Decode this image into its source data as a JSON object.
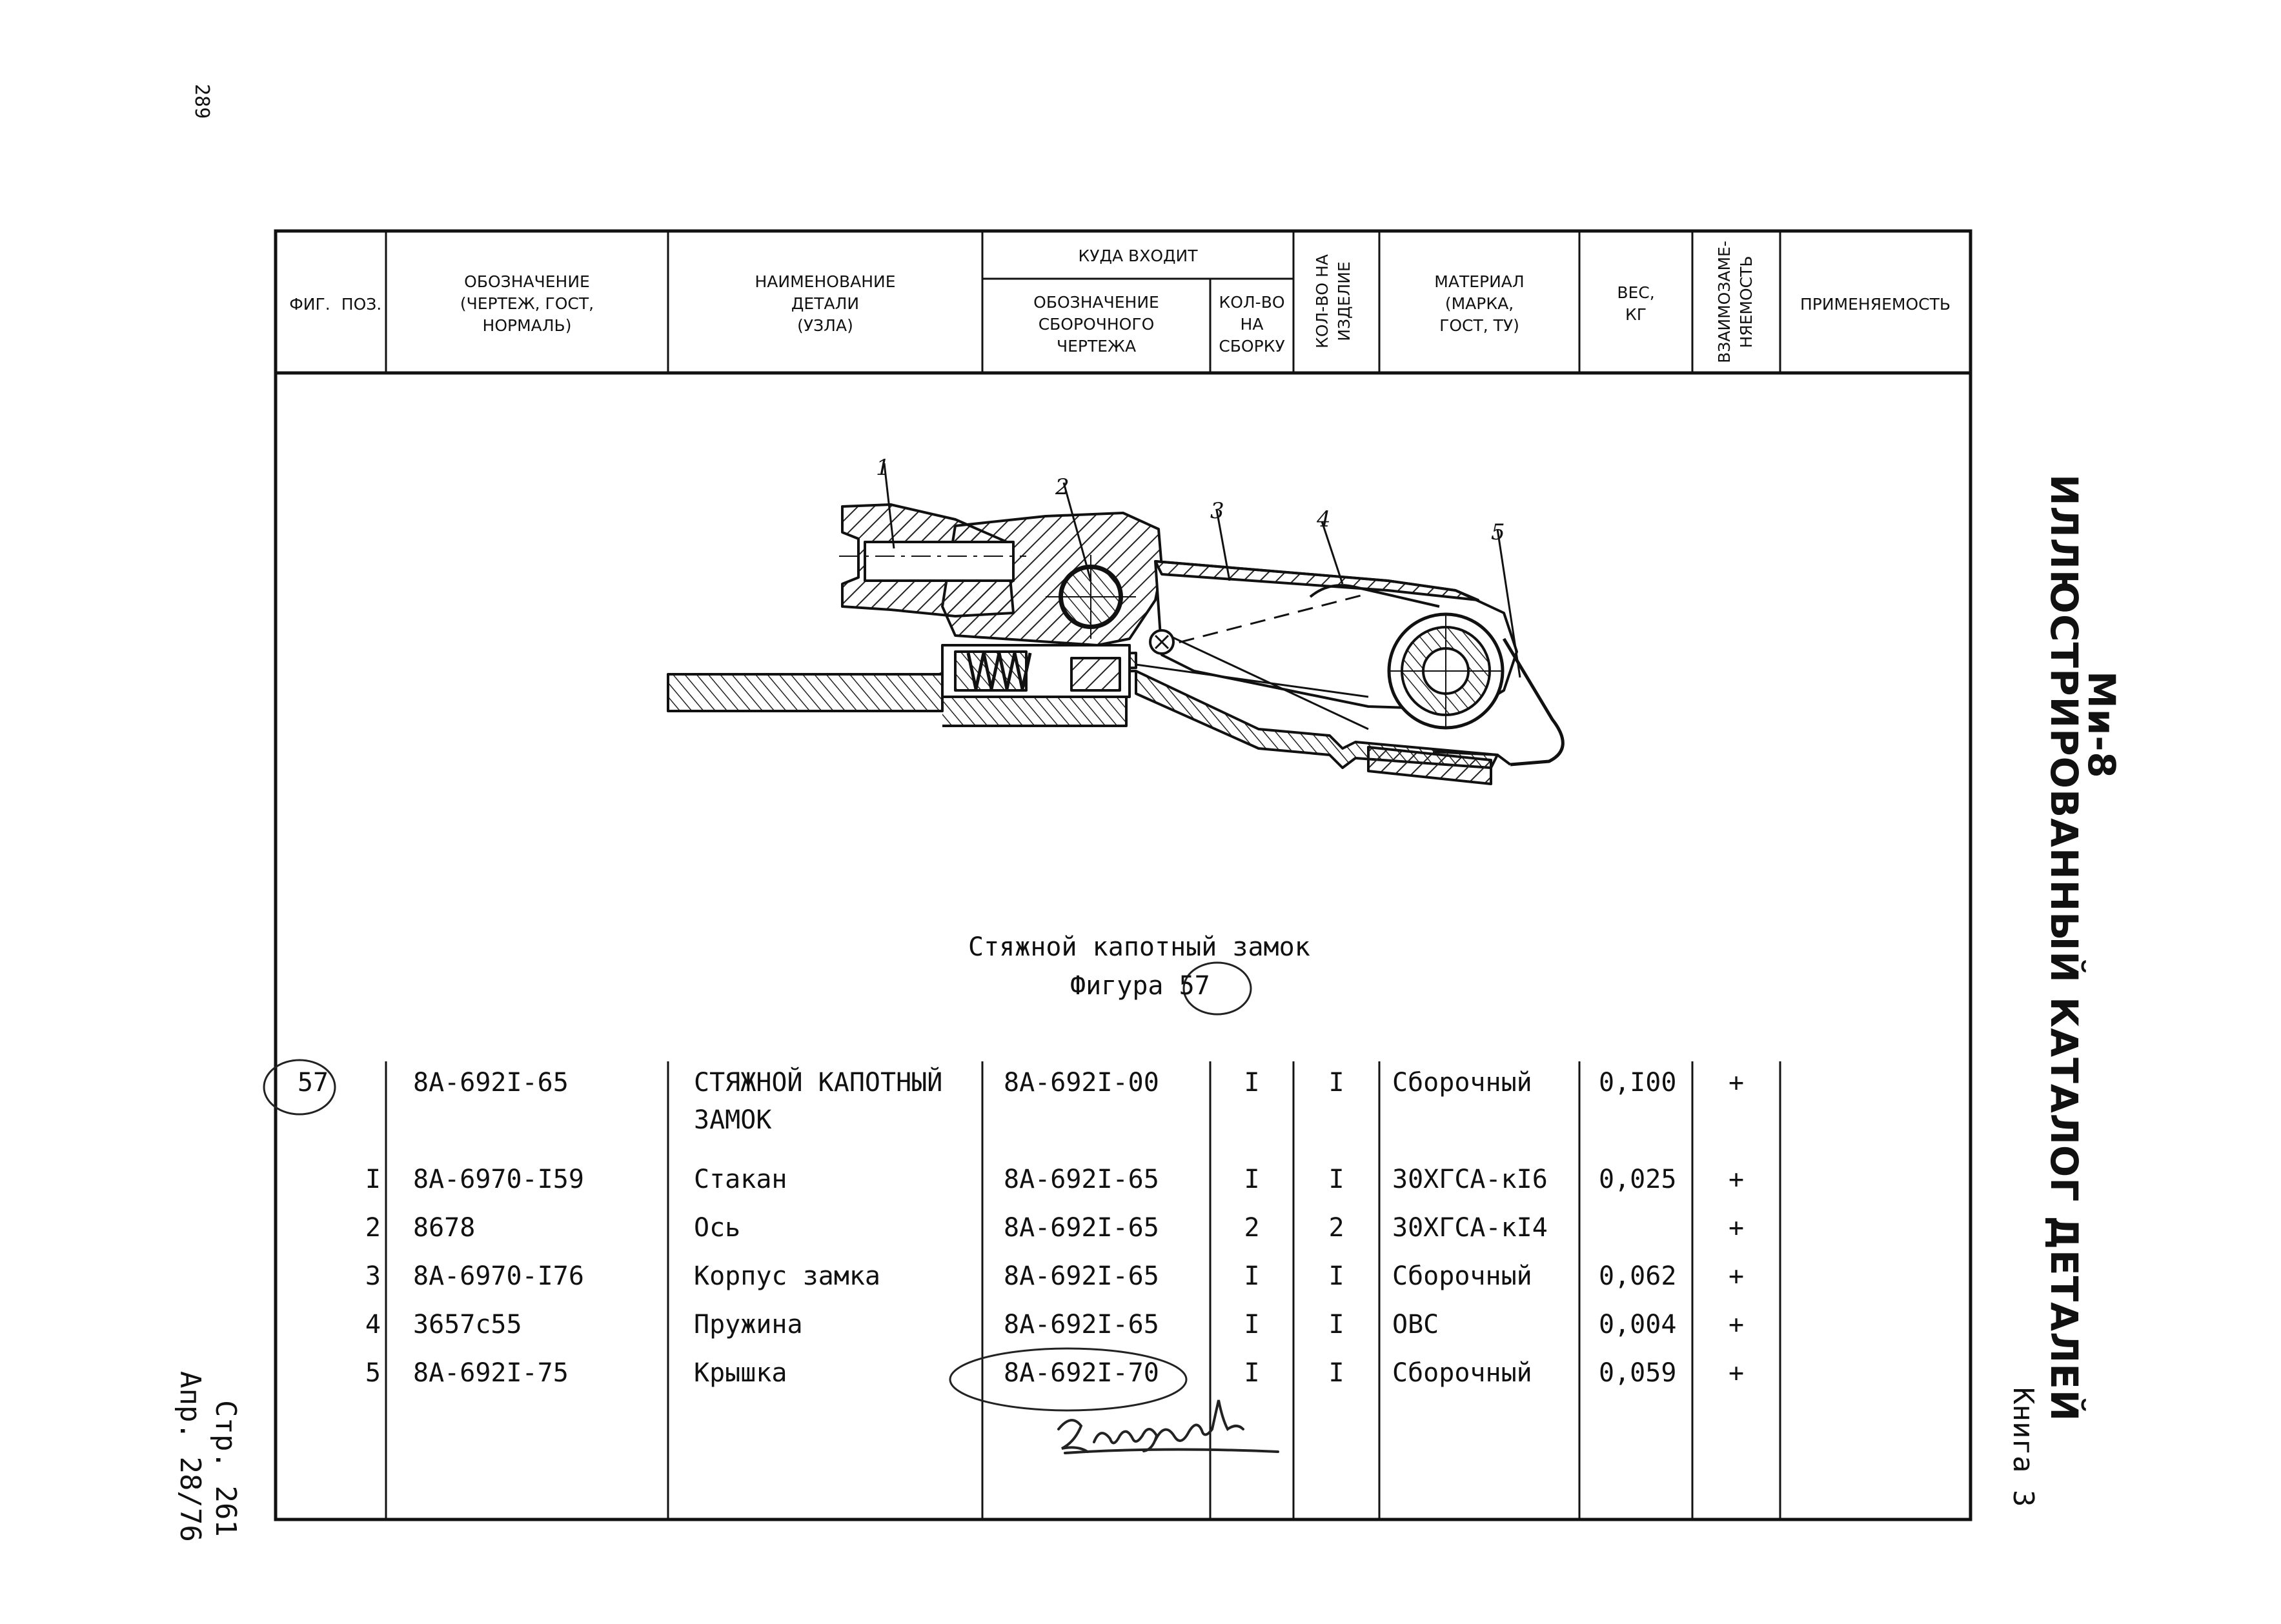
{
  "page_number": "289",
  "side": {
    "aircraft": "Ми-8",
    "catalog_title": "ИЛЛЮСТРИРОВАННЫЙ КАТАЛОГ ДЕТАЛЕЙ",
    "book": "Книга 3"
  },
  "footer": {
    "page": "Стр. 261",
    "date": "Апр. 28/76"
  },
  "table_header": {
    "fig": "ФИГ.",
    "pos": "ПОЗ.",
    "designation": [
      "ОБОЗНАЧЕНИЕ",
      "(ЧЕРТЕЖ, ГОСТ,",
      "НОРМАЛЬ)"
    ],
    "name": [
      "НАИМЕНОВАНИЕ",
      "ДЕТАЛИ",
      "(УЗЛА)"
    ],
    "where_used": "КУДА ВХОДИТ",
    "assembly_drawing": [
      "ОБОЗНАЧЕНИЕ",
      "СБОРОЧНОГО",
      "ЧЕРТЕЖА"
    ],
    "qty_assembly": [
      "КОЛ-ВО",
      "НА",
      "СБОРКУ"
    ],
    "qty_product": [
      "КОЛ-ВО  НА",
      "ИЗДЕЛИЕ"
    ],
    "material": [
      "МАТЕРИАЛ",
      "(МАРКА,",
      "ГОСТ, ТУ)"
    ],
    "weight": [
      "ВЕС,",
      "КГ"
    ],
    "interchangeability": [
      "ВЗАИМОЗАМЕ-",
      "НЯЕМОСТЬ"
    ],
    "applicability": "ПРИМЕНЯЕМОСТЬ"
  },
  "figure": {
    "caption": "Стяжной капотный замок",
    "label": "Фигура",
    "number": "57",
    "callouts": [
      "1",
      "2",
      "3",
      "4",
      "5"
    ]
  },
  "rows": [
    {
      "fig": "57",
      "pos": "",
      "designation": "8А-692I-65",
      "name": "СТЯЖНОЙ КАПОТНЫЙ",
      "name2": "ЗАМОК",
      "assembly": "8А-692I-00",
      "qty_assembly": "I",
      "qty_product": "I",
      "material": "Сборочный",
      "weight": "0,I00",
      "interchange": "+"
    },
    {
      "fig": "",
      "pos": "I",
      "designation": "8А-6970-I59",
      "name": "Стакан",
      "name2": "",
      "assembly": "8А-692I-65",
      "qty_assembly": "I",
      "qty_product": "I",
      "material": "30ХГСА-кI6",
      "weight": "0,025",
      "interchange": "+"
    },
    {
      "fig": "",
      "pos": "2",
      "designation": "8678",
      "name": "Ось",
      "name2": "",
      "assembly": "8А-692I-65",
      "qty_assembly": "2",
      "qty_product": "2",
      "material": "30ХГСА-кI4",
      "weight": "",
      "interchange": "+"
    },
    {
      "fig": "",
      "pos": "3",
      "designation": "8А-6970-I76",
      "name": "Корпус замка",
      "name2": "",
      "assembly": "8А-692I-65",
      "qty_assembly": "I",
      "qty_product": "I",
      "material": "Сборочный",
      "weight": "0,062",
      "interchange": "+"
    },
    {
      "fig": "",
      "pos": "4",
      "designation": "3657с55",
      "name": "Пружина",
      "name2": "",
      "assembly": "8А-692I-65",
      "qty_assembly": "I",
      "qty_product": "I",
      "material": "ОВС",
      "weight": "0,004",
      "interchange": "+"
    },
    {
      "fig": "",
      "pos": "5",
      "designation": "8А-692I-75",
      "name": "Крышка",
      "name2": "",
      "assembly": "8А-692I-70",
      "qty_assembly": "I",
      "qty_product": "I",
      "material": "Сборочный",
      "weight": "0,059",
      "interchange": "+"
    }
  ],
  "handwritten_note": "Заигровать"
}
